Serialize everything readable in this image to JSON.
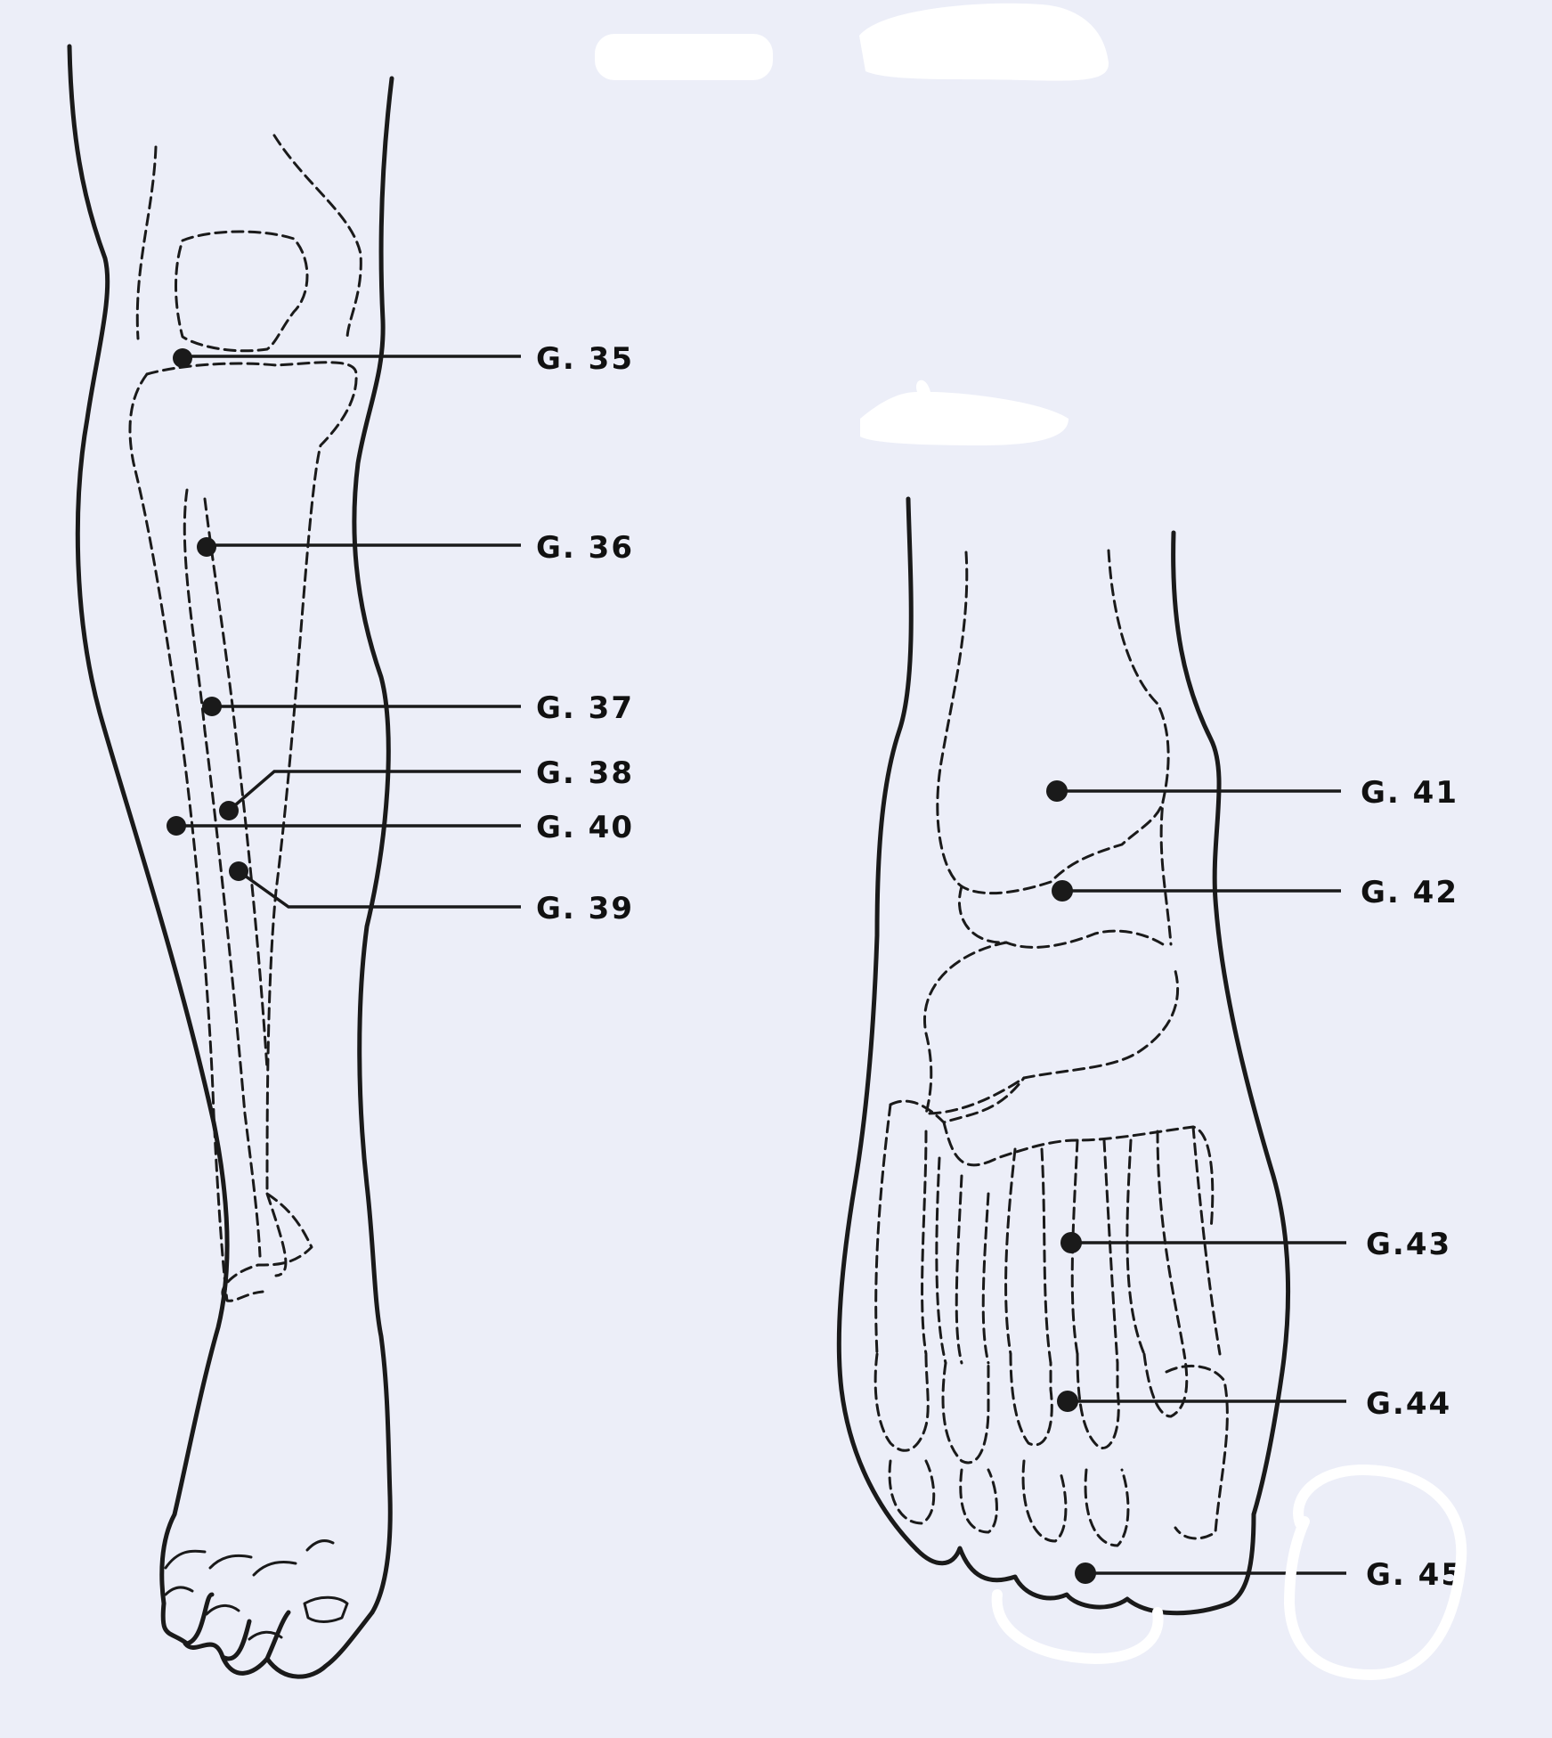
{
  "points": [
    {
      "id": "g35",
      "label": "G. 35"
    },
    {
      "id": "g36",
      "label": "G. 36"
    },
    {
      "id": "g37",
      "label": "G. 37"
    },
    {
      "id": "g38",
      "label": "G. 38"
    },
    {
      "id": "g40",
      "label": "G. 40"
    },
    {
      "id": "g39",
      "label": "G. 39"
    },
    {
      "id": "g41",
      "label": "G. 41"
    },
    {
      "id": "g42",
      "label": "G. 42"
    },
    {
      "id": "g43",
      "label": "G.43"
    },
    {
      "id": "g44",
      "label": "G.44"
    },
    {
      "id": "g45",
      "label": "G. 45"
    }
  ],
  "colors": {
    "paper": "#eceef8",
    "ink": "#1a1a1a",
    "correction": "#ffffff"
  }
}
